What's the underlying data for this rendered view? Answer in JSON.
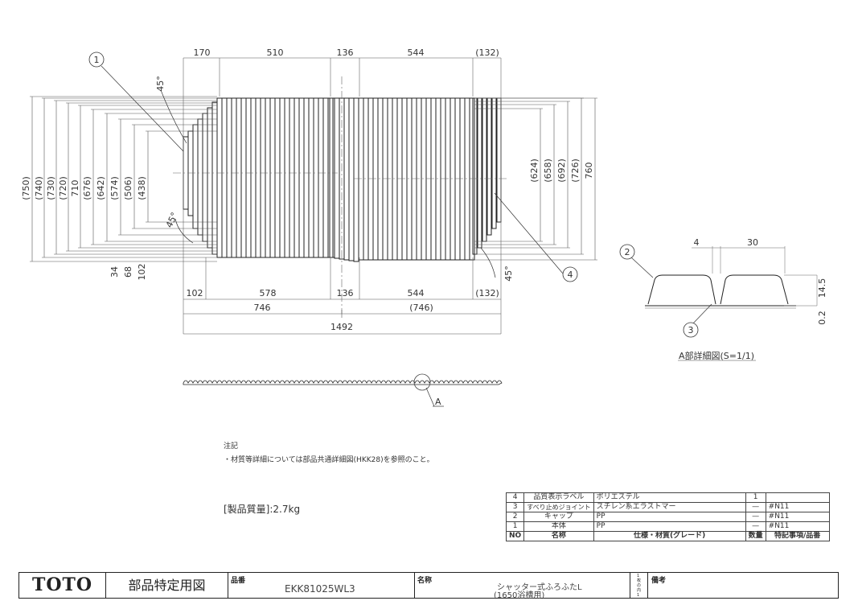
{
  "top_dims": [
    "170",
    "510",
    "136",
    "544",
    "(132)"
  ],
  "bottom_dims": [
    "102",
    "578",
    "136",
    "544",
    "(132)"
  ],
  "half_dims": [
    "746",
    "(746)"
  ],
  "total_width": "1492",
  "left_dims": [
    "(750)",
    "(740)",
    "(730)",
    "(720)",
    "710",
    "(676)",
    "(642)",
    "(574)",
    "(506)",
    "(438)"
  ],
  "right_dims": [
    "(624)",
    "(658)",
    "(692)",
    "(726)",
    "760"
  ],
  "bottom_left_dims": [
    "34",
    "68",
    "102"
  ],
  "angle_label": "45°",
  "callouts": [
    "1",
    "2",
    "3",
    "4"
  ],
  "detail": {
    "dim_gap": "4",
    "dim_pitch": "30",
    "dim_height": "14.5",
    "dim_base": "0.2",
    "caption": "A部詳細図(S=1/1)",
    "ref": "A"
  },
  "notes": {
    "heading": "注記",
    "line1": "・材質等詳細については部品共通詳細図(HKK28)を参照のこと。",
    "weight": "[製品質量]:2.7kg"
  },
  "parts": {
    "rows": [
      {
        "no": "4",
        "name": "品質表示ラベル",
        "spec": "ポリエステル",
        "qty": "1",
        "remark": ""
      },
      {
        "no": "3",
        "name": "すべり止めジョイント",
        "spec": "スチレン系エラストマー",
        "qty": "—",
        "remark": "#N11"
      },
      {
        "no": "2",
        "name": "キャップ",
        "spec": "PP",
        "qty": "—",
        "remark": "#N11"
      },
      {
        "no": "1",
        "name": "本体",
        "spec": "PP",
        "qty": "—",
        "remark": "#N11"
      }
    ],
    "header": {
      "no": "NO",
      "name": "名称",
      "spec": "仕様・材質(グレード)",
      "qty": "数量",
      "remark": "特記事項/品番"
    }
  },
  "title_block": {
    "brand": "TOTO",
    "doc_type": "部品特定用図",
    "part_no_label": "品番",
    "part_no": "EKK81025WL3",
    "name_label": "名称",
    "name_line1": "シャッター式ふろふたL",
    "name_line2": "(1650浴槽用)",
    "page_label": "1枚の内1",
    "remarks_label": "備考"
  }
}
